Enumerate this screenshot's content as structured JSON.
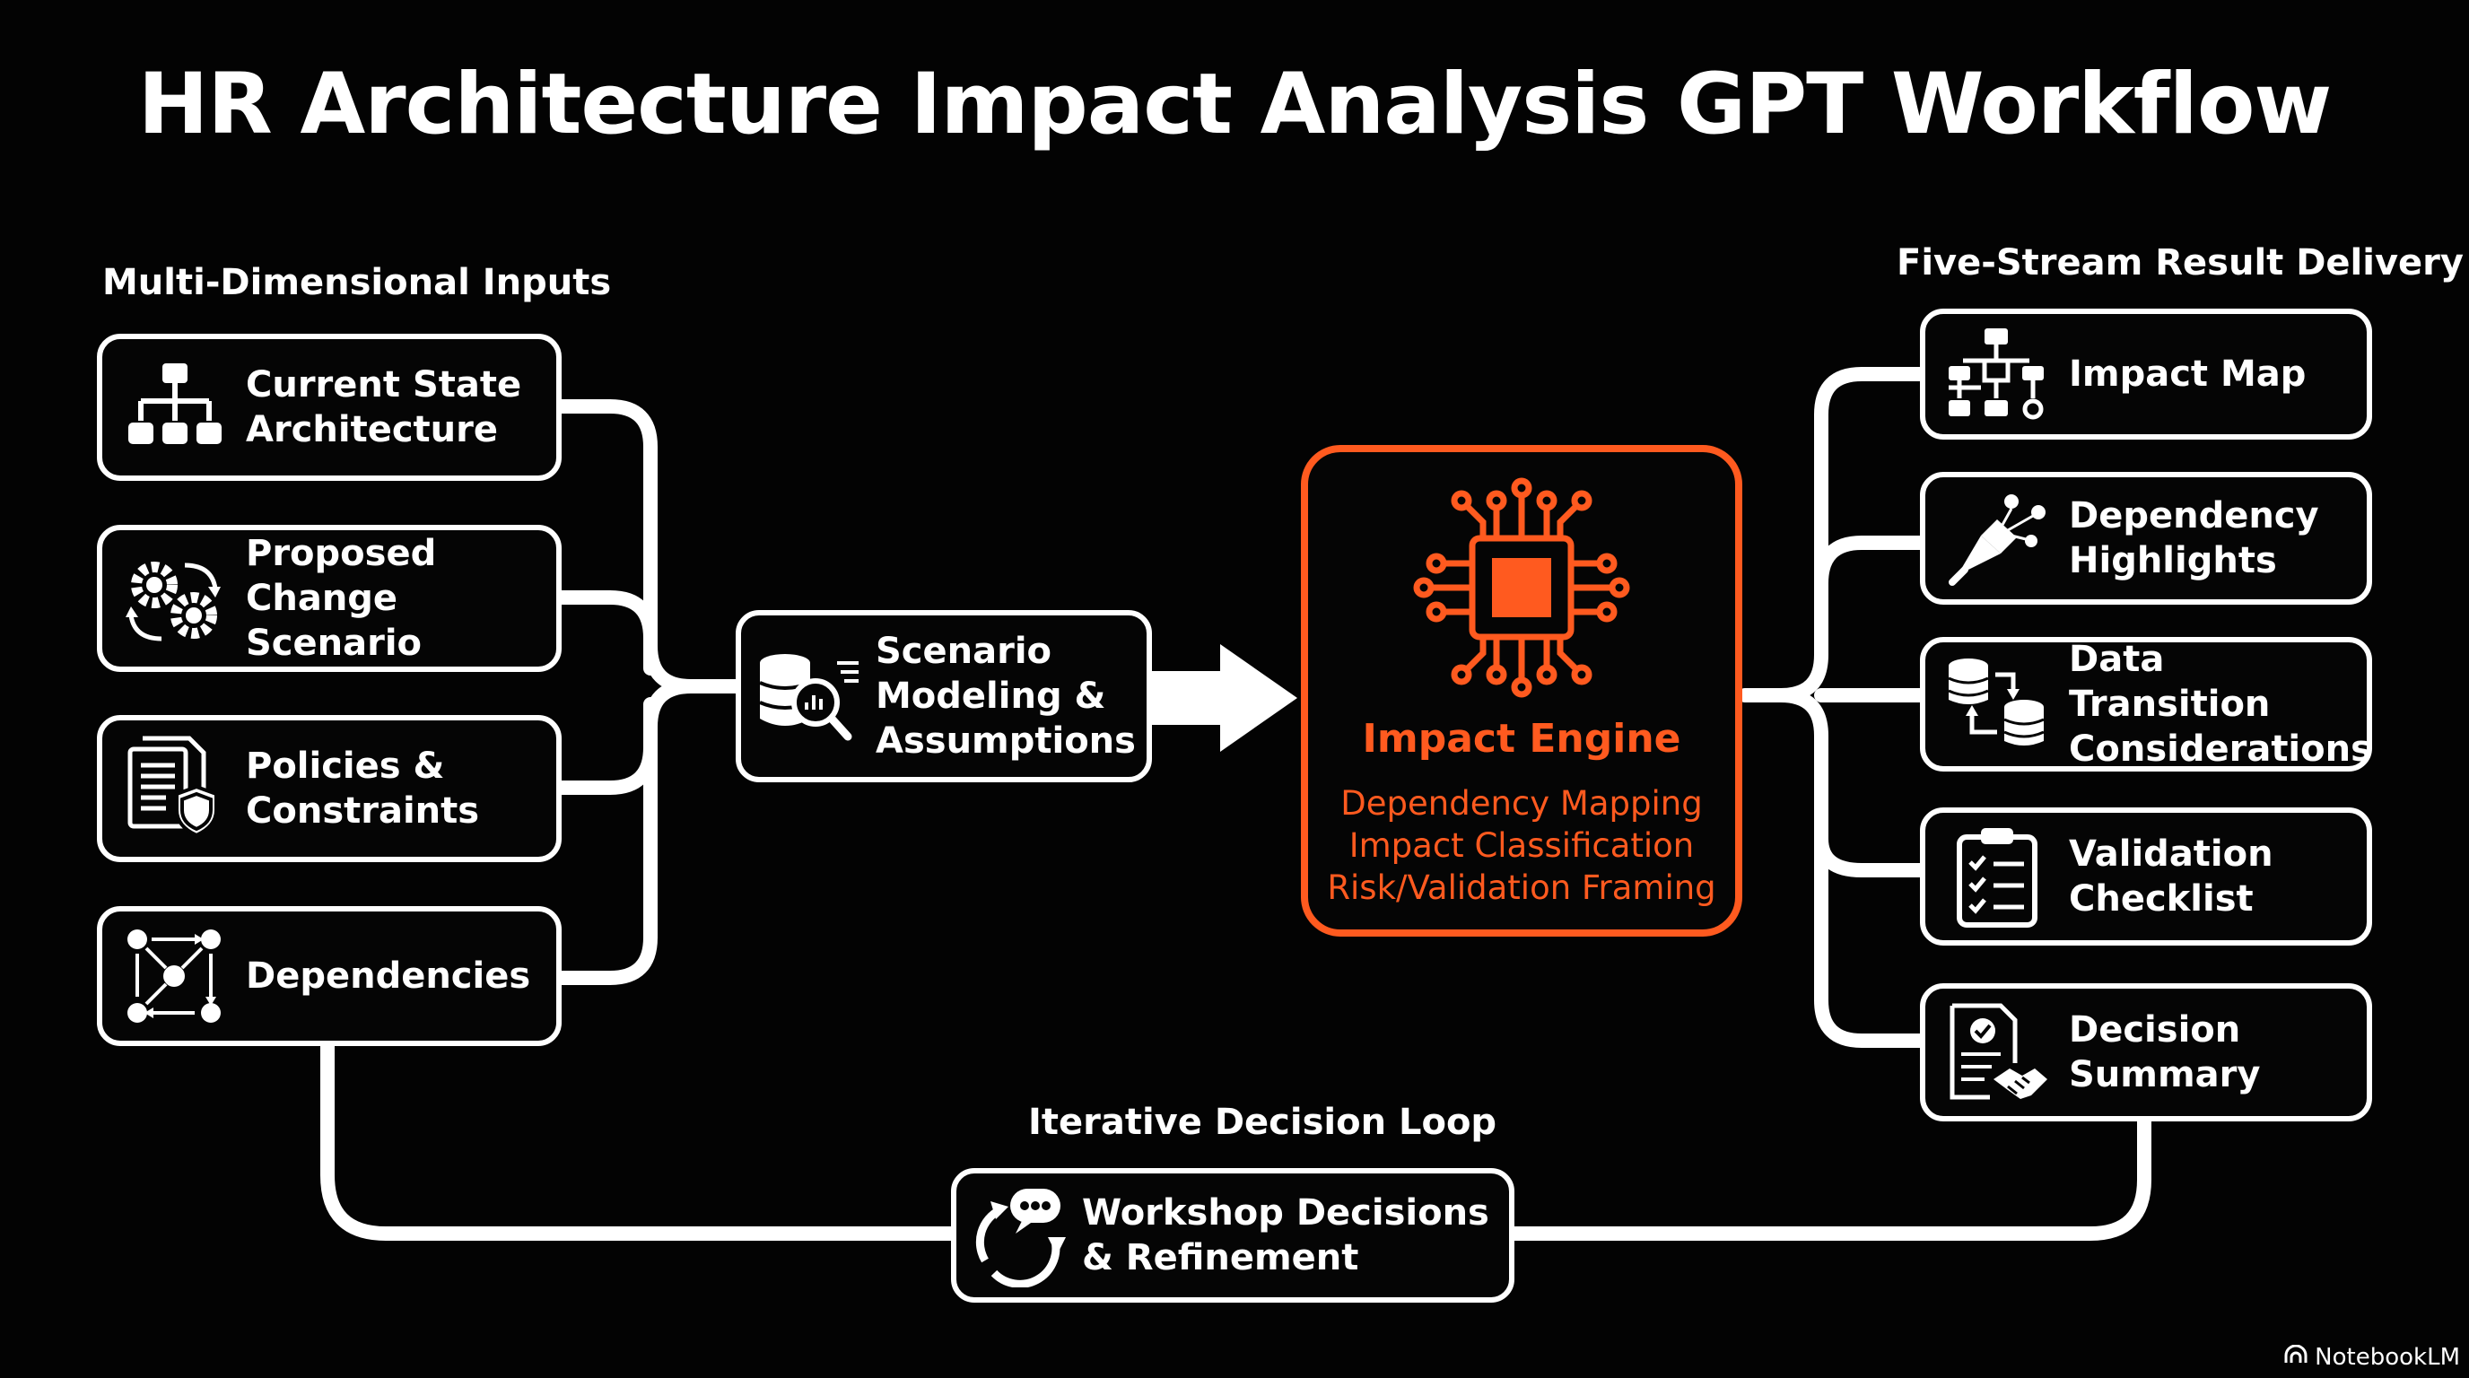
{
  "title": "HR Architecture Impact Analysis GPT Workflow",
  "sections": {
    "inputs": "Multi-Dimensional Inputs",
    "outputs": "Five-Stream Result Delivery",
    "loop": "Iterative Decision Loop"
  },
  "inputs": [
    {
      "label": "Current State\nArchitecture",
      "icon": "hierarchy-icon"
    },
    {
      "label": "Proposed\nChange Scenario",
      "icon": "gears-cycle-icon"
    },
    {
      "label": "Policies &\nConstraints",
      "icon": "document-shield-icon"
    },
    {
      "label": "Dependencies",
      "icon": "network-nodes-icon"
    }
  ],
  "modeling": {
    "label": "Scenario\nModeling &\nAssumptions",
    "icon": "database-magnifier-icon"
  },
  "engine": {
    "title": "Impact Engine",
    "lines": [
      "Dependency Mapping",
      "Impact Classification",
      "Risk/Validation Framing"
    ],
    "icon": "processor-chip-icon"
  },
  "outputs": [
    {
      "label": "Impact Map",
      "icon": "flowchart-icon"
    },
    {
      "label": "Dependency\nHighlights",
      "icon": "spotlight-icon"
    },
    {
      "label": "Data Transition\nConsiderations",
      "icon": "database-transfer-icon"
    },
    {
      "label": "Validation\nChecklist",
      "icon": "clipboard-checklist-icon"
    },
    {
      "label": "Decision\nSummary",
      "icon": "document-handshake-icon"
    }
  ],
  "loop_box": {
    "label": "Workshop Decisions\n& Refinement",
    "icon": "chat-refresh-icon"
  },
  "brand": "NotebookLM",
  "colors": {
    "accent": "#ff5a1f",
    "foreground": "#ffffff",
    "background": "#030303"
  }
}
